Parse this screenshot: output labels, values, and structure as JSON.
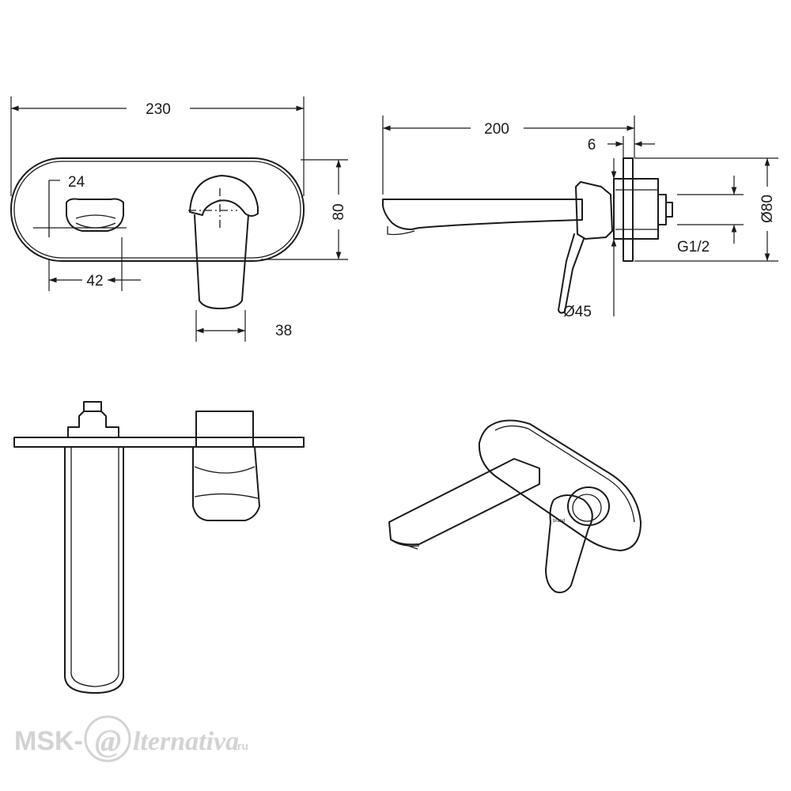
{
  "dimensions": {
    "front_width": "230",
    "outlet_offset": "24",
    "outlet_width": "42",
    "plate_height": "80",
    "lever_width": "38",
    "side_depth": "200",
    "plate_thickness": "6",
    "thread": "G1/2",
    "flange_diameter": "Ø80",
    "handle_diameter": "Ø45"
  },
  "watermark": {
    "left": "MSK-",
    "at": "@",
    "script": "lternativa",
    "suffix": ".ru"
  },
  "logo_mark": "brand"
}
